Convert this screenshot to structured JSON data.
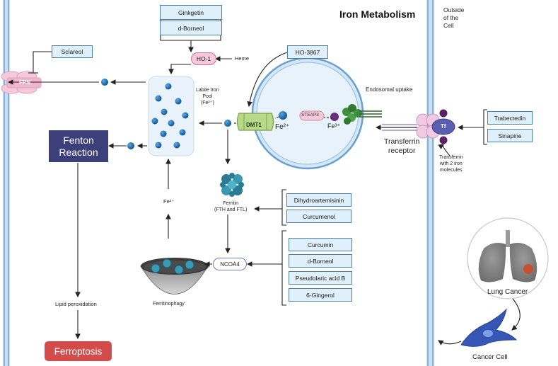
{
  "title": "Iron Metabolism",
  "outside_label": "Outside\nof the\nCell",
  "drugs": {
    "ginkgetin": "Ginkgetin",
    "borneol_top": "d-Borneol",
    "sclareol": "Sclareol",
    "ho3867": "HO-3867",
    "trabectedin": "Trabectedin",
    "sinapine": "Sinapine",
    "dihydroartemisinin": "Dihydroartemisinin",
    "curcumenol": "Curcumenol",
    "curcumin": "Curcumin",
    "borneol_bottom": "d-Borneol",
    "pseudolaric": "Pseudolaric acid B",
    "gingerol": "6-Gingerol"
  },
  "labels": {
    "ho1": "HO-1",
    "heme": "Heme",
    "fpn": "FPN",
    "labile_pool": "Labile Iron\nPool\n(Fe²⁺)",
    "fenton": "Fenton\nReaction",
    "dmt1": "DMT1",
    "steap3": "STEAP3",
    "fe2": "Fe²⁺",
    "fe3": "Fe³⁺",
    "endosomal": "Endosomal uptake",
    "tf": "Tf",
    "transferrin_receptor": "Transferrin\nreceptor",
    "transferrin_2iron": "Transferrin\nwith 2 iron\nmolecules",
    "ferritin": "Ferritin\n(FTH and FTL)",
    "fe2_small": "Fe²⁺",
    "ncoa4": "NCOA4",
    "ferritinophagy": "Ferritinophagy",
    "lipid_peroxidation": "Lipid peroxidation",
    "ferroptosis": "Ferroptosis",
    "lung_cancer": "Lung Cancer",
    "cancer_cell": "Cancer Cell"
  },
  "colors": {
    "membrane": "#a9cdee",
    "membrane_line": "#6b9fd0",
    "iron_dot": "#1f6fb4",
    "fenton_box": "#3d3f7a",
    "ferroptosis_box": "#d44b4b",
    "pink": "#f6c9d9",
    "dmt1_green": "#b9d98a",
    "tf_purple": "#5a5fb0"
  }
}
